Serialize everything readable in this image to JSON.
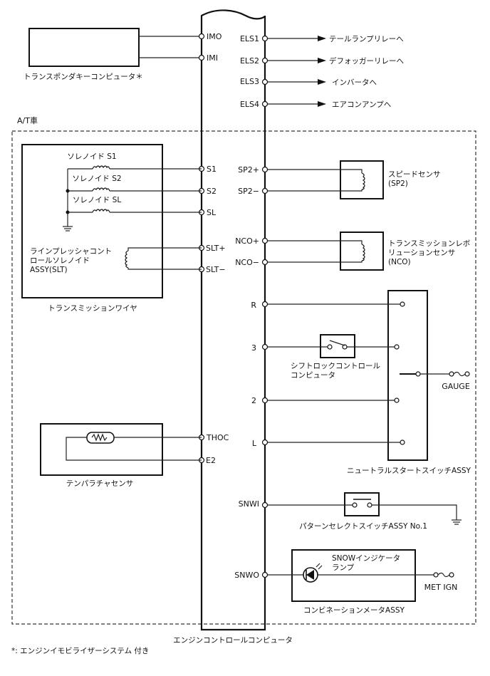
{
  "ecu": {
    "label": "エンジンコントロールコンピュータ",
    "pins_left": [
      {
        "id": "IMO",
        "label": "IMO"
      },
      {
        "id": "IMI",
        "label": "IMI"
      },
      {
        "id": "S1",
        "label": "S1"
      },
      {
        "id": "S2",
        "label": "S2"
      },
      {
        "id": "SL",
        "label": "SL"
      },
      {
        "id": "SLTP",
        "label": "SLT+"
      },
      {
        "id": "SLTM",
        "label": "SLT−"
      },
      {
        "id": "THOC",
        "label": "THOC"
      },
      {
        "id": "E2",
        "label": "E2"
      }
    ],
    "pins_right": [
      {
        "id": "ELS1",
        "label": "ELS1"
      },
      {
        "id": "ELS2",
        "label": "ELS2"
      },
      {
        "id": "ELS3",
        "label": "ELS3"
      },
      {
        "id": "ELS4",
        "label": "ELS4"
      },
      {
        "id": "SP2P",
        "label": "SP2+"
      },
      {
        "id": "SP2M",
        "label": "SP2−"
      },
      {
        "id": "NCOP",
        "label": "NCO+"
      },
      {
        "id": "NCOM",
        "label": "NCO−"
      },
      {
        "id": "R",
        "label": "R"
      },
      {
        "id": "P3",
        "label": "3"
      },
      {
        "id": "P2",
        "label": "2"
      },
      {
        "id": "L",
        "label": "L"
      },
      {
        "id": "SNWI",
        "label": "SNWI"
      },
      {
        "id": "SNWO",
        "label": "SNWO"
      }
    ]
  },
  "outputs": [
    {
      "label": "テールランプリレーへ"
    },
    {
      "label": "デフォッガーリレーへ"
    },
    {
      "label": "インバータへ"
    },
    {
      "label": "エアコンアンプへ"
    }
  ],
  "transponder": {
    "label": "トランスポンダキーコンピュータ＊"
  },
  "at_region": {
    "label": "A/T車"
  },
  "transmission_wire": {
    "label": "トランスミッションワイヤ",
    "solenoids": [
      {
        "label": "ソレノイド S1"
      },
      {
        "label": "ソレノイド S2"
      },
      {
        "label": "ソレノイド SL"
      }
    ],
    "slt_lines": [
      "ラインプレッシャコント",
      "ロールソレノイド",
      "ASSY(SLT)"
    ]
  },
  "speed_sensor": {
    "lines": [
      "スピードセンサ",
      "(SP2)"
    ]
  },
  "nco_sensor": {
    "lines": [
      "トランスミッションレボ",
      "リューションセンサ",
      "(NCO)"
    ]
  },
  "shift_lock": {
    "lines": [
      "シフトロックコントロール",
      "コンピュータ"
    ]
  },
  "neutral_switch": {
    "label": "ニュートラルスタートスイッチASSY"
  },
  "gauge": {
    "label": "GAUGE"
  },
  "temp_sensor": {
    "label": "テンパラチャセンサ"
  },
  "pattern_switch": {
    "label": "パターンセレクトスイッチASSY No.1"
  },
  "combination_meter": {
    "label": "コンビネーションメータASSY",
    "lamp_lines": [
      "SNOWインジケータ",
      "ランプ"
    ]
  },
  "met_ign": {
    "label": "MET IGN"
  },
  "footnote": {
    "label": "*: エンジンイモビライザーシステム 付き"
  }
}
